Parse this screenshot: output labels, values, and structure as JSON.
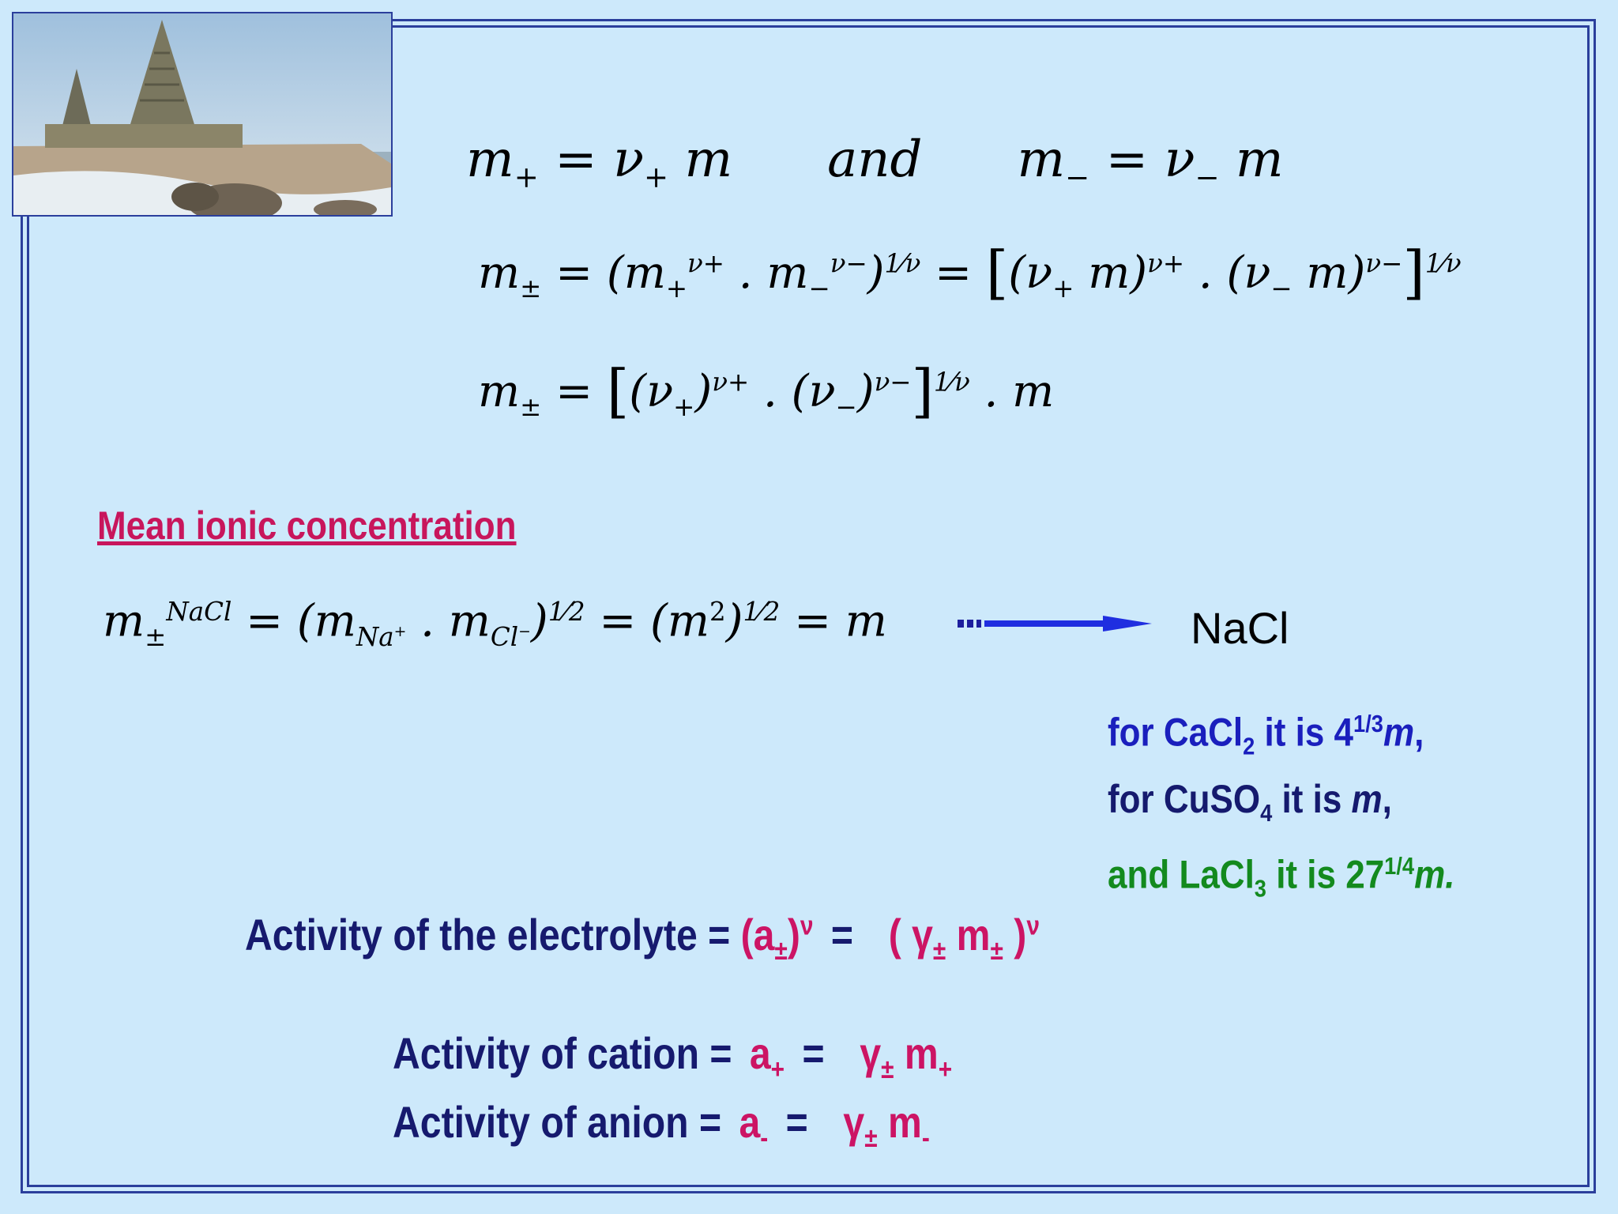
{
  "equations": {
    "eq1_left": "m₊ = ν₊ m",
    "eq1_mid": "and",
    "eq1_right": "m₋ = ν₋ m",
    "eq2": "m± = (m₊^ν+ . m₋^ν−)^(1/ν) = [(ν₊ m)^ν+ . (ν₋ m)^ν−]^(1/ν)",
    "eq3": "m± = [(ν₊)^ν+ . (ν₋)^ν−]^(1/ν) . m",
    "eq4": "m±^NaCl = (m_Na+ . m_Cl−)^(1/2) = (m²)^(1/2) = m"
  },
  "heading": "Mean ionic concentration",
  "nacl_label": "NaCl",
  "notes": {
    "line1": "for CaCl2 it is 4^1/3 m,",
    "line2": "for CuSO4 it is m,",
    "line3": "and LaCl3 it is 27^1/4 m."
  },
  "activity": {
    "electrolyte": "Activity of the electrolyte = (a±)ν = ( γ± m± )ν",
    "cation": "Activity of cation = a+ = γ± m+",
    "anion": "Activity of anion = a- = γ± m-"
  },
  "colors": {
    "background": "#cde9fb",
    "frame": "#2b3f9c",
    "heading": "#c8165c",
    "navy": "#161a6e",
    "blue": "#1a1fbd",
    "green": "#138a1e",
    "magenta": "#cc1464"
  }
}
